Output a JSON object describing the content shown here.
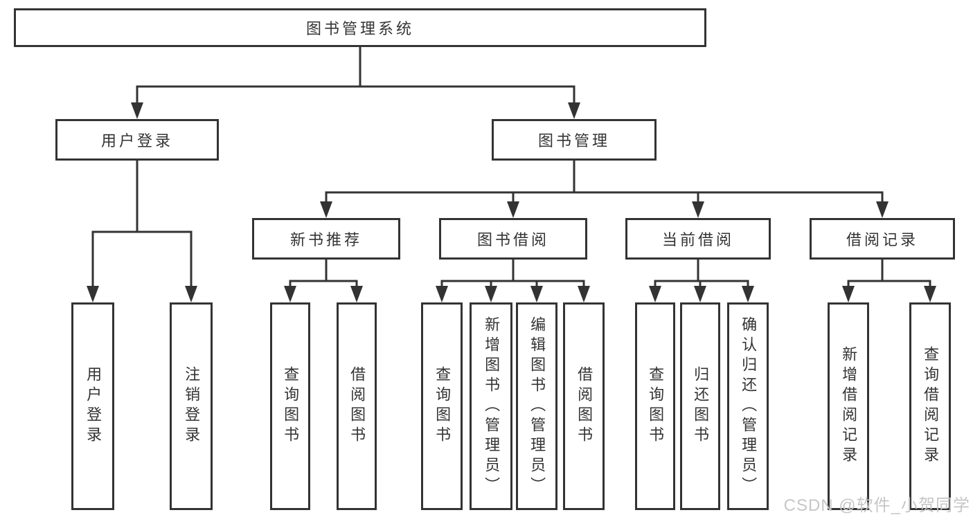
{
  "colors": {
    "line": "#333333",
    "box_border": "#333333",
    "text": "#333333",
    "background": "#ffffff",
    "watermark": "#c6c6c6"
  },
  "tree": {
    "root": {
      "label": "图书管理系统"
    },
    "children": [
      {
        "label": "用户登录",
        "children": [
          {
            "label": "用户登录"
          },
          {
            "label": "注销登录"
          }
        ]
      },
      {
        "label": "图书管理",
        "children": [
          {
            "label": "新书推荐",
            "children": [
              {
                "label": "查询图书"
              },
              {
                "label": "借阅图书"
              }
            ]
          },
          {
            "label": "图书借阅",
            "children": [
              {
                "label": "查询图书"
              },
              {
                "label": "新增图书（管理员）"
              },
              {
                "label": "编辑图书（管理员）"
              },
              {
                "label": "借阅图书"
              }
            ]
          },
          {
            "label": "当前借阅",
            "children": [
              {
                "label": "查询图书"
              },
              {
                "label": "归还图书"
              },
              {
                "label": "确认归还（管理员）"
              }
            ]
          },
          {
            "label": "借阅记录",
            "children": [
              {
                "label": "新增借阅记录"
              },
              {
                "label": "查询借阅记录"
              }
            ]
          }
        ]
      }
    ]
  },
  "watermark": {
    "text": "CSDN @软件_小贺同学"
  }
}
